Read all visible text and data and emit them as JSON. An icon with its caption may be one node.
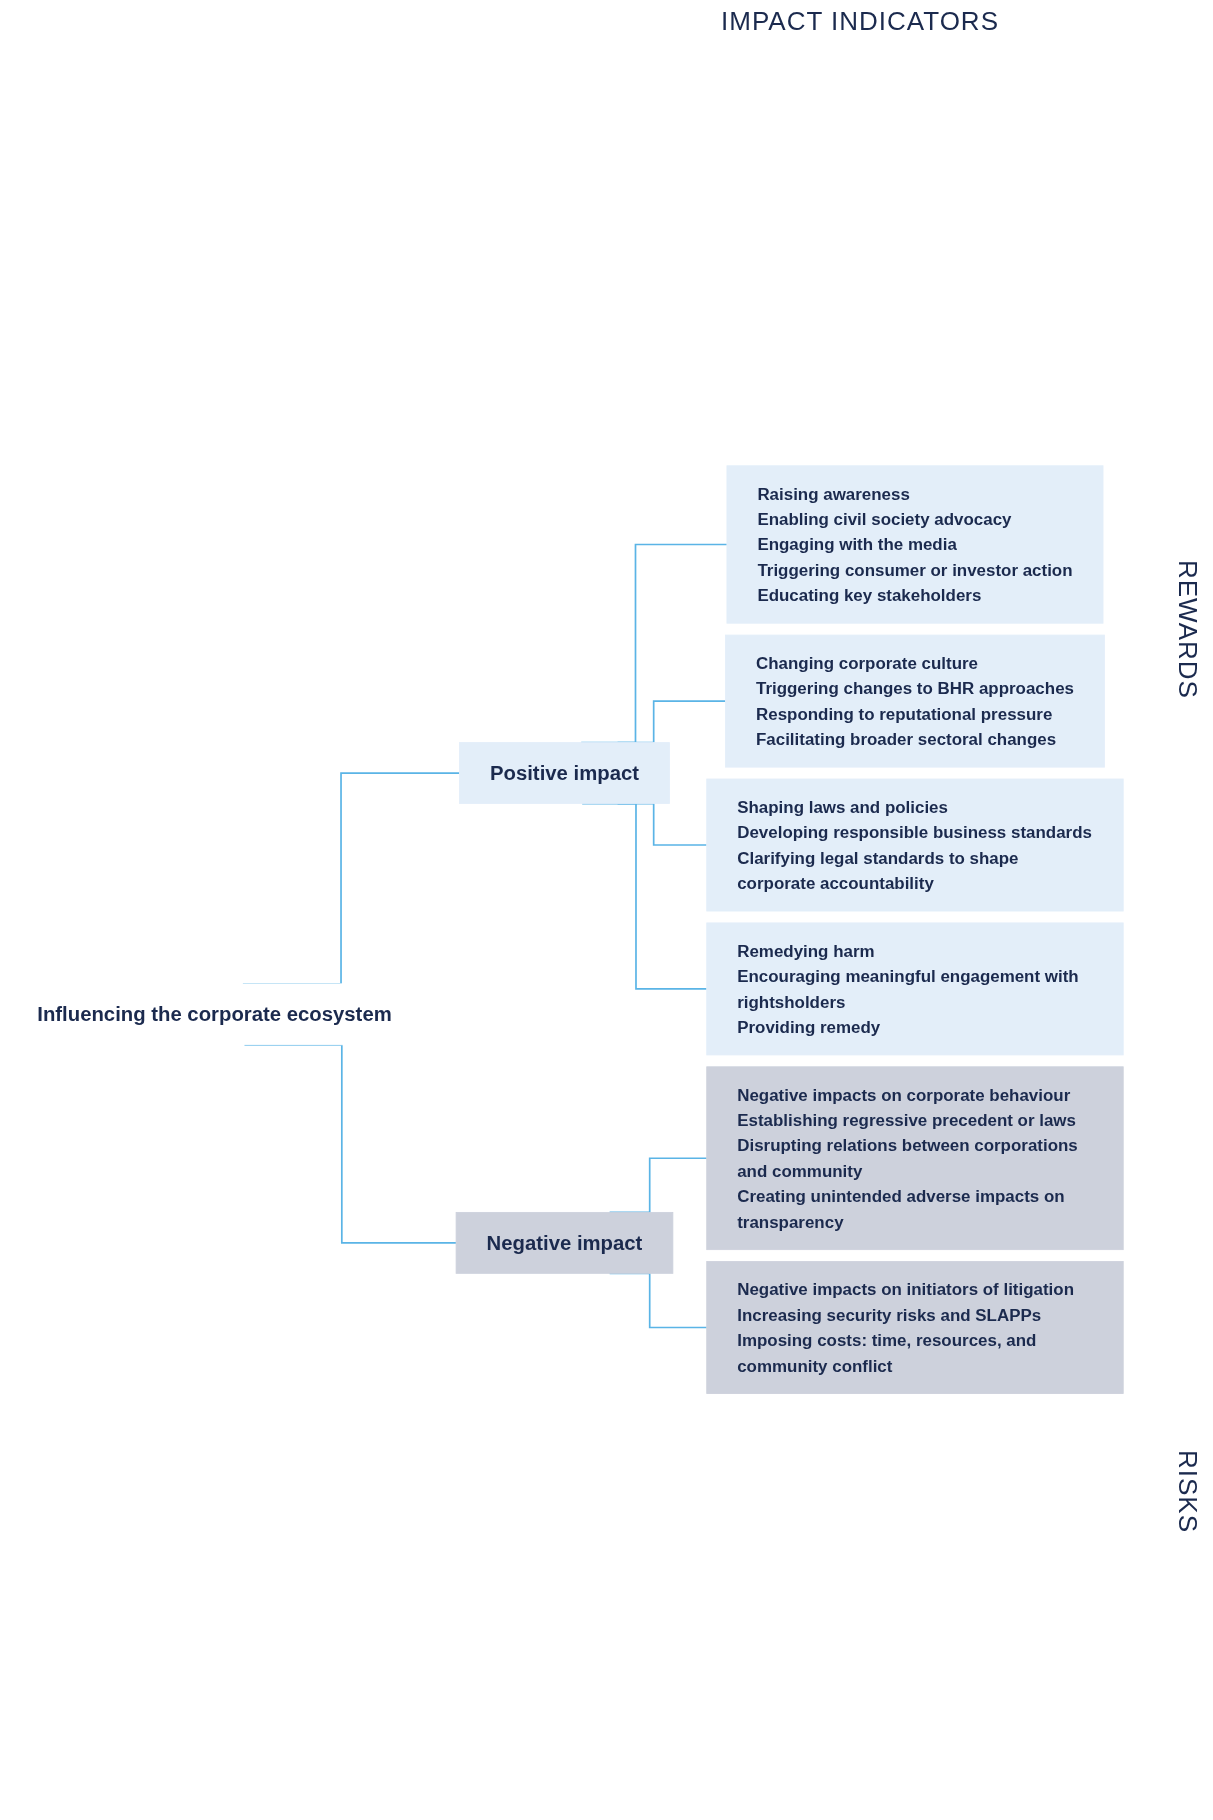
{
  "diagram": {
    "nodes": [
      {
        "text": [
          "Influencing the corporate ecosystem"
        ]
      },
      {
        "text": [
          "Positive impact"
        ]
      },
      {
        "text": [
          "Raising awareness",
          "Enabling civil society advocacy",
          "Engaging with the media",
          "Triggering consumer or investor action",
          "Educating key stakeholders"
        ]
      },
      {
        "text": [
          "Changing corporate culture",
          "Triggering changes to BHR approaches",
          "Responding to reputational pressure",
          "Facilitating broader sectoral changes"
        ]
      },
      {
        "text": [
          "Shaping laws and policies",
          "Developing responsible business standards",
          "Clarifying legal standards to shape corporate accountability"
        ]
      },
      {
        "text": [
          "Remedying harm",
          "Encouraging meaningful engagement with rightsholders",
          "Providing remedy"
        ]
      },
      {
        "text": [
          "Negative impact"
        ]
      },
      {
        "text": [
          "Negative impacts on corporate behaviour",
          "Establishing regressive precedent or laws",
          "Disrupting relations between corporations and community",
          "Creating unintended adverse impacts on transparency"
        ]
      },
      {
        "text": [
          "Negative impacts on initiators of litigation",
          "Increasing security risks and SLAPPs",
          "Imposing costs: time, resources, and community conflict"
        ]
      }
    ],
    "edges": [
      {
        "from": 0,
        "to": 1,
        "arrow": "none"
      },
      {
        "from": 0,
        "to": 6,
        "arrow": "none"
      },
      {
        "from": 1,
        "to": 2,
        "arrow": "none"
      },
      {
        "from": 1,
        "to": 3,
        "arrow": "none"
      },
      {
        "from": 1,
        "to": 4,
        "arrow": "none"
      },
      {
        "from": 1,
        "to": 5,
        "arrow": "none"
      },
      {
        "from": 6,
        "to": 7,
        "arrow": "none"
      },
      {
        "from": 6,
        "to": 8,
        "arrow": "none"
      }
    ],
    "labels": [
      "IMPACT INDICATORS",
      "REWARDS",
      "RISKS"
    ]
  }
}
